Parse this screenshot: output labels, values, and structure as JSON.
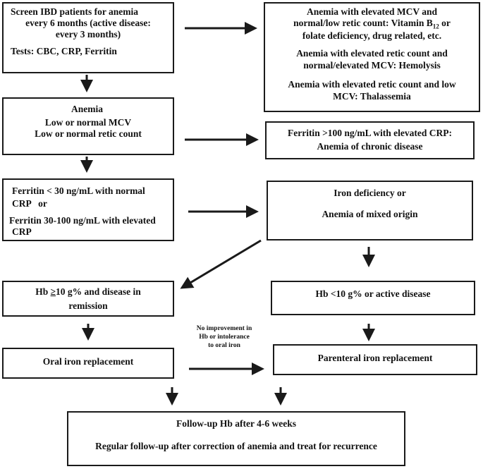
{
  "screen": {
    "line1": "Screen IBD patients for anemia",
    "line2": "every 6 months (active disease:",
    "line3": "every 3 months)",
    "tests": "Tests: CBC, CRP, Ferritin"
  },
  "high_mcv": {
    "line1": "Anemia with elevated MCV and",
    "line2": "normal/low retic count: Vitamin B",
    "line2_sub": "12",
    "line2_end": " or",
    "line3": "folate deficiency, drug related, etc.",
    "line4": "Anemia with elevated retic count and",
    "line5": "normal/elevated MCV: Hemolysis",
    "line6": "Anemia with elevated retic count and low",
    "line7": "MCV: Thalassemia"
  },
  "anemia": {
    "line1": "Anemia",
    "line2": "Low or normal MCV",
    "line3": "Low or normal retic count"
  },
  "chronic": {
    "line1": "Ferritin >100 ng/mL with elevated CRP:",
    "line2": "Anemia of chronic disease"
  },
  "ferritin": {
    "line1": "Ferritin < 30 ng/mL with normal",
    "line2": "CRP   or",
    "line3": "Ferritin 30-100 ng/mL with elevated",
    "line4": "CRP"
  },
  "iron_def": {
    "line1": "Iron deficiency or",
    "line2": "Anemia of mixed origin"
  },
  "hb_high": {
    "prefix": "Hb ",
    "geq": "≥",
    "line1_rest": "10 g% and disease in",
    "line2": "remission"
  },
  "hb_low": {
    "line1": "Hb <10 g% or active disease"
  },
  "oral": {
    "label": "Oral iron replacement"
  },
  "parenteral": {
    "label": "Parenteral iron replacement"
  },
  "no_improve": {
    "line1": "No improvement in",
    "line2": "Hb or intolerance",
    "line3": "to oral iron"
  },
  "followup": {
    "line1": "Follow-up Hb after 4-6 weeks",
    "line2": "Regular follow-up after correction of anemia and treat for recurrence"
  }
}
